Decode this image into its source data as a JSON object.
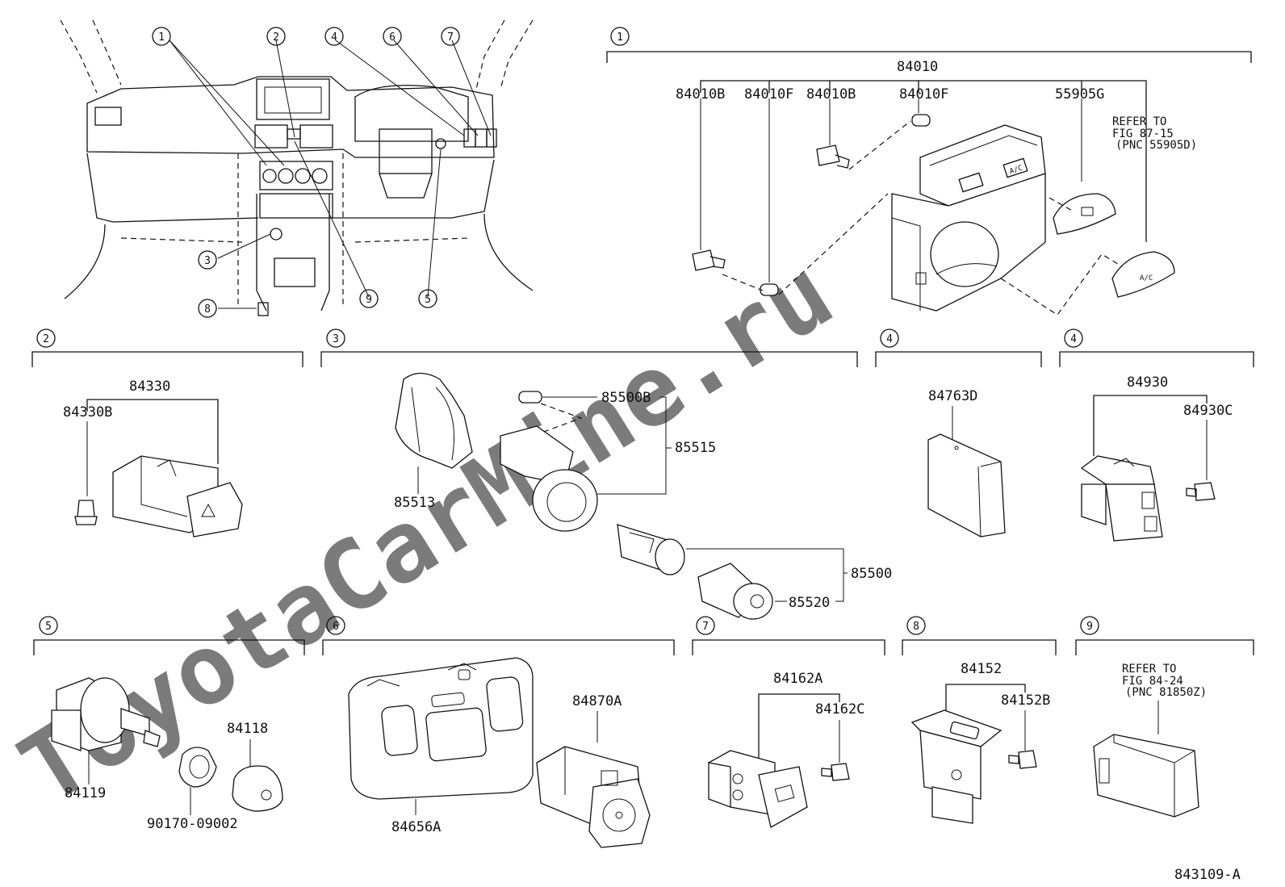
{
  "watermark": "ToyotaCarMine.ru",
  "figure_id": "843109-A",
  "overview": {
    "callouts": [
      "1",
      "1",
      "2",
      "4",
      "6",
      "7",
      "3",
      "9",
      "5",
      "8"
    ]
  },
  "section1": {
    "index": "1",
    "assembly": "84010",
    "parts": [
      "84010B",
      "84010F",
      "84010B",
      "84010F",
      "55905G"
    ],
    "refer_to": [
      "REFER TO",
      "FIG 87-15",
      "(PNC 55905D)"
    ],
    "button_labels": [
      "A/C",
      "A/C"
    ]
  },
  "section2": {
    "index": "2",
    "assembly": "84330",
    "sub": "84330B"
  },
  "section3": {
    "index": "3",
    "parts": [
      "85500B",
      "85515",
      "85513",
      "85500",
      "85520"
    ]
  },
  "section4a": {
    "index": "4",
    "part": "84763D"
  },
  "section4b": {
    "index": "4",
    "assembly": "84930",
    "sub": "84930C"
  },
  "section5": {
    "index": "5",
    "parts": [
      "84118",
      "84119",
      "90170-09002"
    ]
  },
  "section6": {
    "index": "6",
    "parts": [
      "84870A",
      "84656A"
    ]
  },
  "section7": {
    "index": "7",
    "assembly": "84162A",
    "sub": "84162C"
  },
  "section8": {
    "index": "8",
    "assembly": "84152",
    "sub": "84152B"
  },
  "section9": {
    "index": "9",
    "refer_to": [
      "REFER TO",
      "FIG 84-24",
      "(PNC 81850Z)"
    ]
  }
}
